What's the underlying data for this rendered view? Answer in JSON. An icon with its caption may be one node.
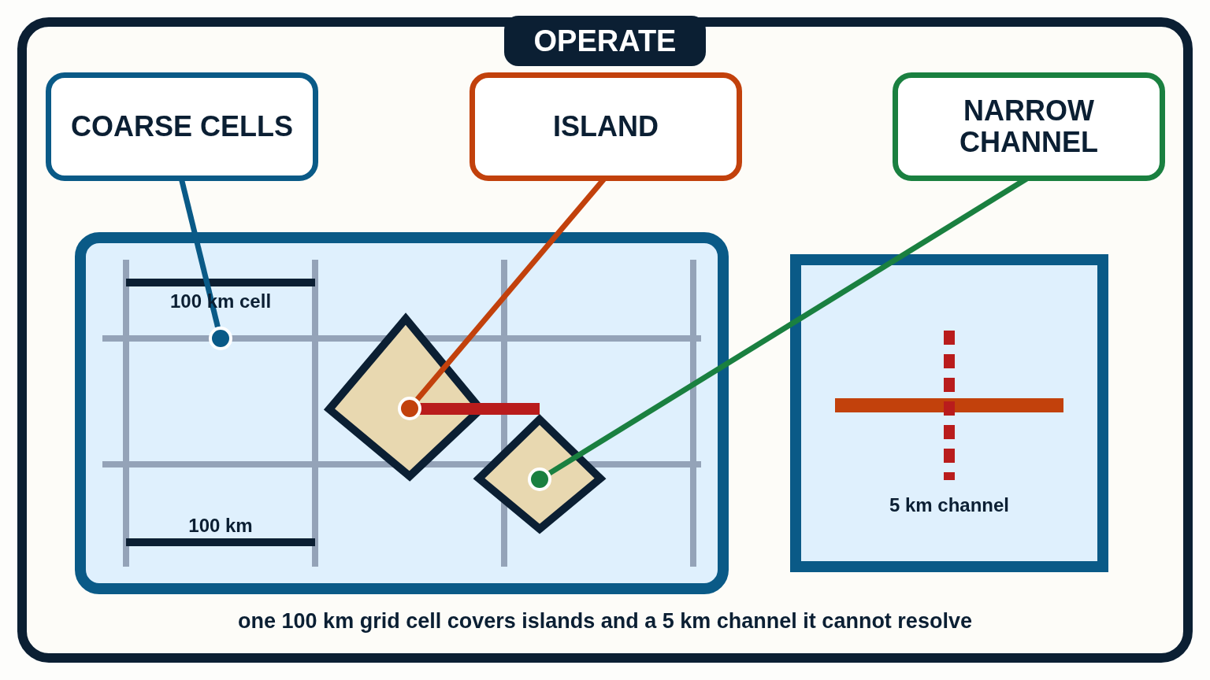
{
  "diagram": {
    "title": "OPERATE",
    "caption": "one 100 km grid cell covers islands and a 5 km channel it cannot resolve",
    "nodes": [
      {
        "text": [
          "COARSE CELLS"
        ]
      },
      {
        "text": [
          "ISLAND"
        ]
      },
      {
        "text": [
          "NARROW CHANNEL"
        ]
      },
      {
        "text": [],
        "shape": "circle"
      },
      {
        "text": [],
        "shape": "circle"
      },
      {
        "text": [],
        "shape": "circle"
      }
    ],
    "edges": [
      {
        "from": 0,
        "to": 3,
        "arrow": "none",
        "color": "#0a5a87"
      },
      {
        "from": 1,
        "to": 4,
        "arrow": "none",
        "color": "#c2410c"
      },
      {
        "from": 2,
        "to": 5,
        "arrow": "none",
        "color": "#1a8040"
      }
    ],
    "labels": [
      "100 km cell",
      "100 km",
      "5 km channel"
    ]
  }
}
